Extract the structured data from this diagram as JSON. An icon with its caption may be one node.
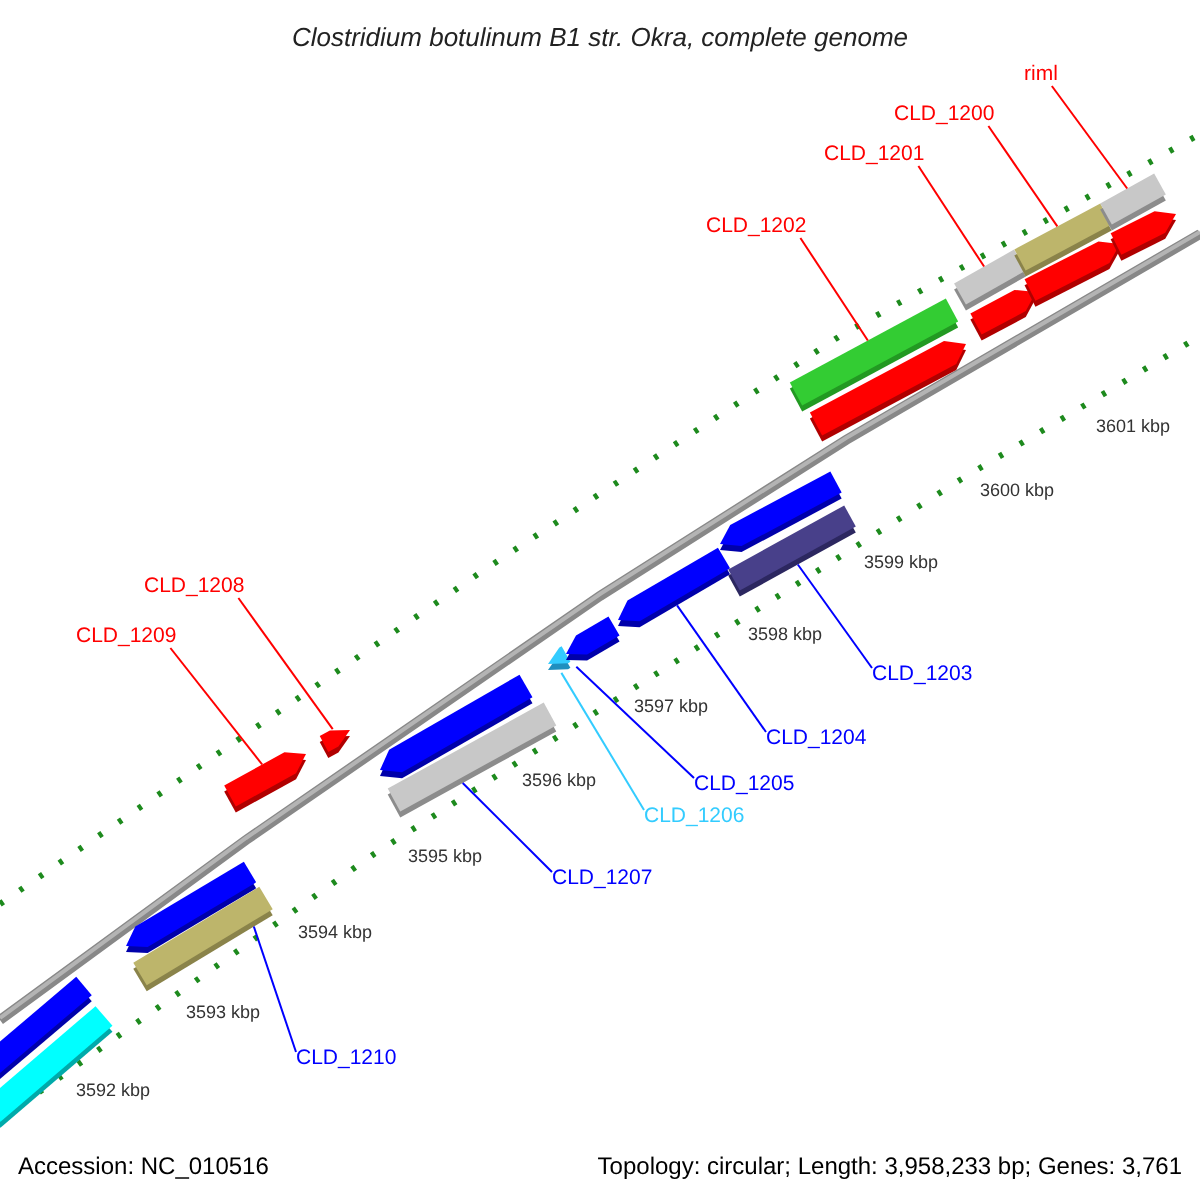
{
  "diagram": {
    "title": "Clostridium botulinum B1 str. Okra, complete genome",
    "nodes": [
      {
        "text": [
          "riml"
        ]
      },
      {
        "text": [
          "CLD_1200"
        ]
      },
      {
        "text": [
          "CLD_1201"
        ]
      },
      {
        "text": [
          "CLD_1202"
        ]
      },
      {
        "text": [
          "CLD_1208"
        ]
      },
      {
        "text": [
          "CLD_1209"
        ]
      },
      {
        "text": [
          "CLD_1203"
        ]
      },
      {
        "text": [
          "CLD_1204"
        ]
      },
      {
        "text": [
          "CLD_1205"
        ]
      },
      {
        "text": [
          "CLD_1206"
        ]
      },
      {
        "text": [
          "CLD_1207"
        ]
      },
      {
        "text": [
          "CLD_1210"
        ]
      },
      {
        "text": [],
        "shape": "bar"
      },
      {
        "text": [],
        "shape": "bar"
      },
      {
        "text": [],
        "shape": "pentagon"
      },
      {
        "text": [],
        "shape": "bar"
      },
      {
        "text": [],
        "shape": "pentagon"
      },
      {
        "text": [],
        "shape": "pentagon"
      },
      {
        "text": [],
        "shape": "pentagon"
      },
      {
        "text": [],
        "shape": "bar"
      },
      {
        "text": [],
        "shape": "pentagon"
      },
      {
        "text": [],
        "shape": "pentagon"
      },
      {
        "text": [],
        "shape": "pentagon"
      },
      {
        "text": [],
        "shape": "pentagon"
      },
      {
        "text": [],
        "shape": "bar"
      },
      {
        "text": [],
        "shape": "bar"
      },
      {
        "text": [],
        "shape": "pentagon"
      },
      {
        "text": [],
        "shape": "bar"
      },
      {
        "text": [],
        "shape": "pentagon"
      },
      {
        "text": [],
        "shape": "bar"
      },
      {
        "text": [],
        "shape": "pentagon"
      },
      {
        "text": [],
        "shape": "bar"
      },
      {
        "text": [],
        "shape": "pentagon"
      }
    ],
    "edges": [
      {
        "from": 0,
        "to": 31,
        "arrow": "none",
        "color": "#ff0000"
      },
      {
        "from": 1,
        "to": 29,
        "arrow": "none",
        "color": "#ff0000"
      },
      {
        "from": 2,
        "to": 27,
        "arrow": "none",
        "color": "#ff0000"
      },
      {
        "from": 3,
        "to": 25,
        "arrow": "none",
        "color": "#ff0000"
      },
      {
        "from": 4,
        "to": 17,
        "arrow": "none",
        "color": "#ff0000"
      },
      {
        "from": 5,
        "to": 16,
        "arrow": "none",
        "color": "#ff0000"
      },
      {
        "from": 6,
        "to": 24,
        "arrow": "none",
        "color": "#0000ff"
      },
      {
        "from": 7,
        "to": 22,
        "arrow": "none",
        "color": "#0000ff"
      },
      {
        "from": 8,
        "to": 21,
        "arrow": "none",
        "color": "#0000ff"
      },
      {
        "from": 9,
        "to": 20,
        "arrow": "none",
        "color": "#33ccff"
      },
      {
        "from": 10,
        "to": 19,
        "arrow": "none",
        "color": "#0000ff"
      },
      {
        "from": 11,
        "to": 15,
        "arrow": "none",
        "color": "#0000ff"
      }
    ],
    "labels": [
      "3601 kbp",
      "3600 kbp",
      "3599 kbp",
      "3598 kbp",
      "3597 kbp",
      "3596 kbp",
      "3595 kbp",
      "3594 kbp",
      "3593 kbp",
      "3592 kbp",
      "Accession: NC_010516",
      "Topology: circular; Length: 3,958,233 bp; Genes: 3,761"
    ]
  }
}
